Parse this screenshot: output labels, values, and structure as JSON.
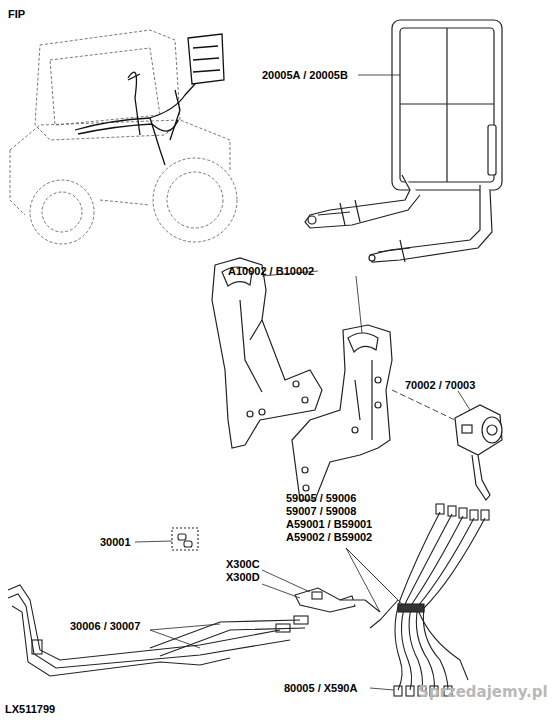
{
  "diagram": {
    "labels": [
      "FIP",
      "20005A / 20005B",
      "A10002 / B10002",
      "70002 / 70003",
      "59005 / 59006",
      "59007 / 59008",
      "A59001 / B59001",
      "A59002 / B59002",
      "30001",
      "X300C",
      "X300D",
      "30006 / 30007",
      "80005 / X590A",
      "LX511799",
      "Sprzedajemy.pl"
    ]
  }
}
